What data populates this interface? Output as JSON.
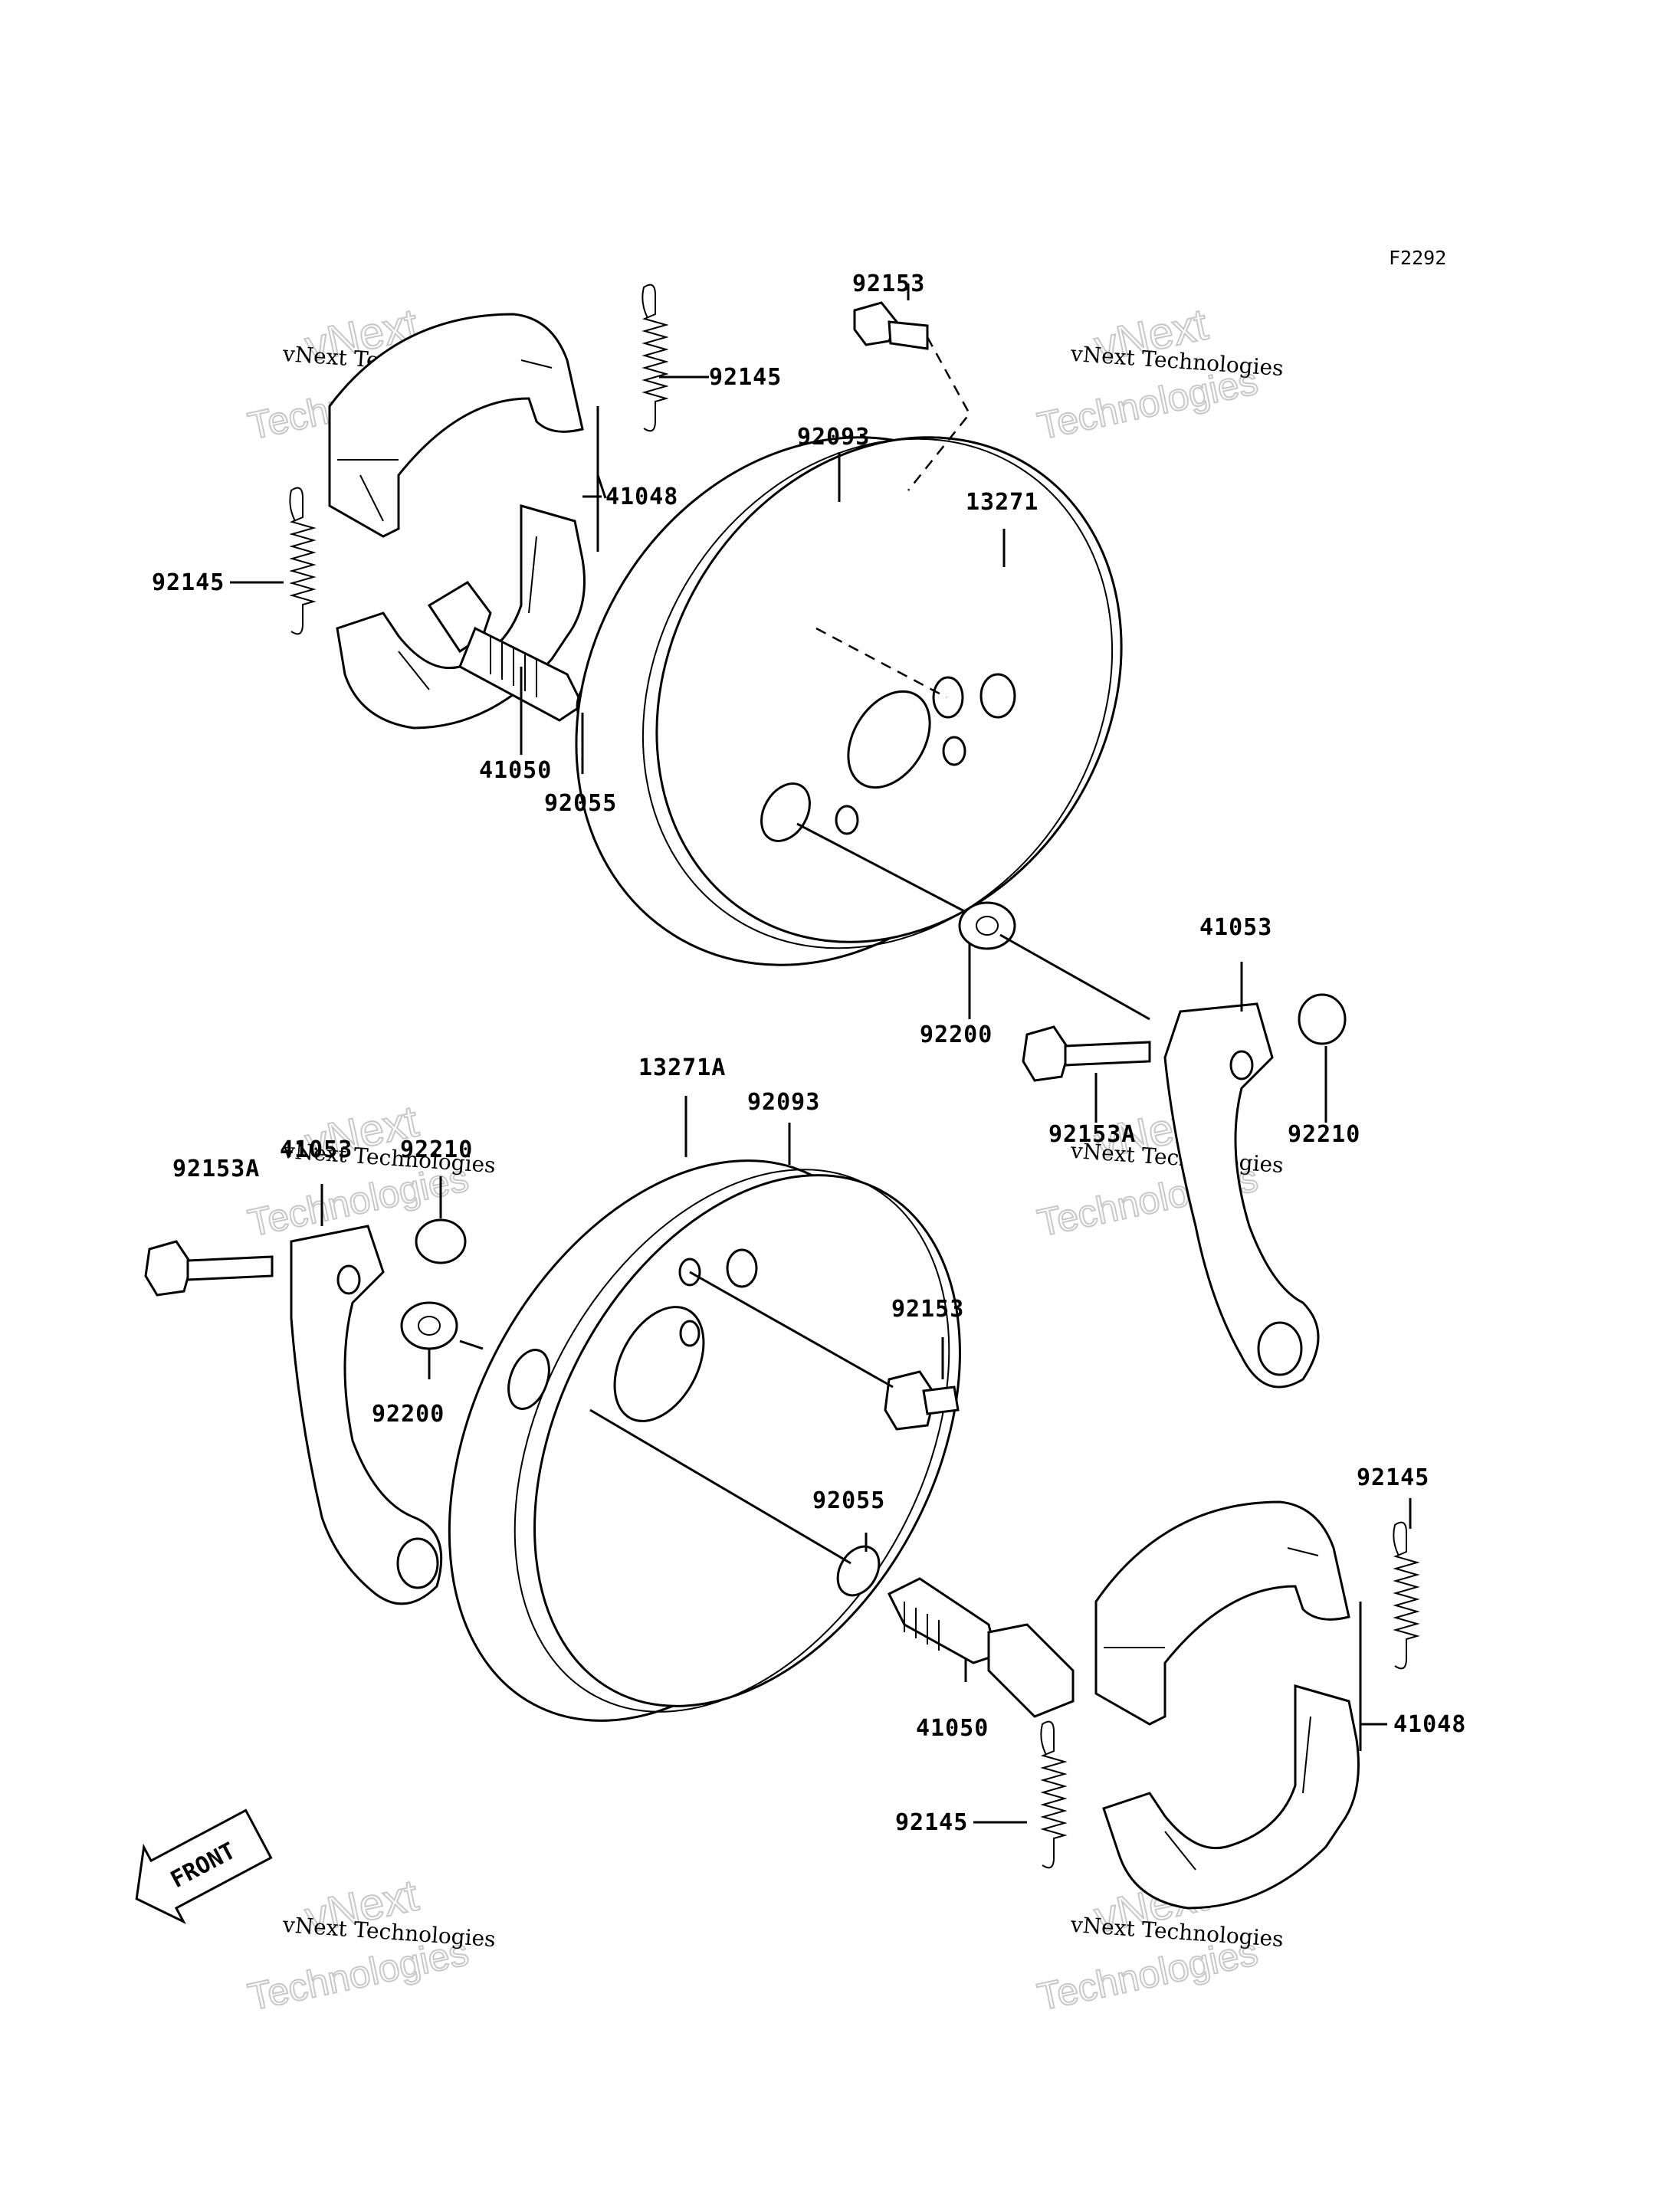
{
  "figure_ref": "F2292",
  "watermark": {
    "line1": "vNext",
    "line2": "Technologies",
    "line3": "vNext Technologies"
  },
  "front_label": "FRONT",
  "labels": {
    "top_92153": "92153",
    "top_92145_right": "92145",
    "top_41048": "41048",
    "top_92145_left": "92145",
    "top_92093": "92093",
    "top_13271": "13271",
    "top_41050": "41050",
    "top_92055": "92055",
    "top_92200": "92200",
    "top_41053": "41053",
    "top_92153A": "92153A",
    "top_92210": "92210",
    "mid_13271A": "13271A",
    "mid_92093": "92093",
    "left_92153A": "92153A",
    "left_41053": "41053",
    "left_92210": "92210",
    "left_92200": "92200",
    "mid_92153": "92153",
    "mid_92055": "92055",
    "bot_41050": "41050",
    "bot_92145_right": "92145",
    "bot_41048": "41048",
    "bot_92145_left": "92145"
  }
}
